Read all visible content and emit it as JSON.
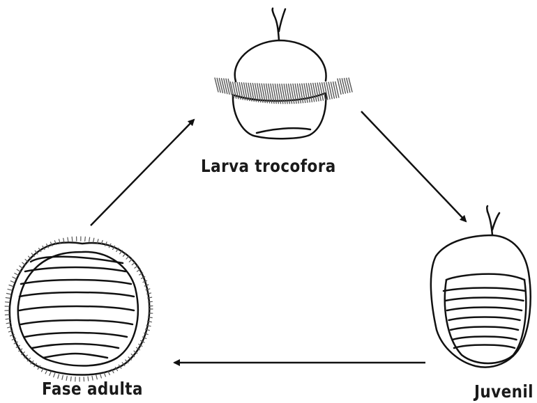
{
  "diagram": {
    "stages": {
      "larva": {
        "label": "Larva trocofora"
      },
      "juvenile": {
        "label": "Juvenil"
      },
      "adult": {
        "label": "Fase adulta"
      }
    },
    "colors": {
      "ink": "#111111",
      "cilia": "#555555",
      "background": "#ffffff"
    }
  }
}
